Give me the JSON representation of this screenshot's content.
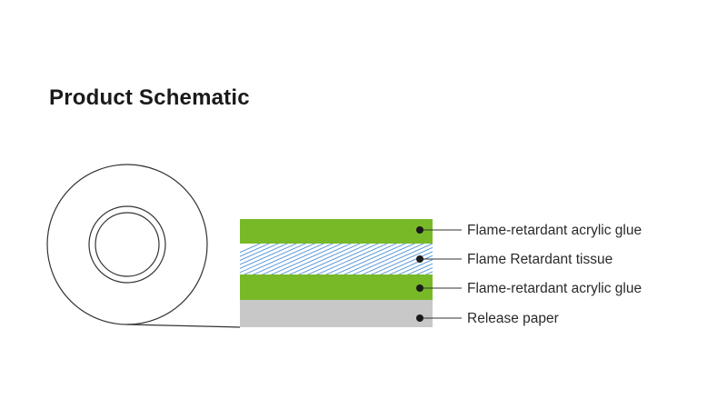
{
  "title": "Product Schematic",
  "colors": {
    "glue": "#78b928",
    "tissue_lines": "#4a90d6",
    "release_paper": "#c8c8c8",
    "outline": "#333333",
    "marker": "#1a1a1a"
  },
  "icons": {
    "roll": "tape-roll-icon",
    "marker": "bullet-dot-icon"
  },
  "layers": [
    {
      "label": "Flame-retardant acrylic glue",
      "fill": "#78b928",
      "pattern": "solid"
    },
    {
      "label": "Flame Retardant tissue",
      "fill": "#ffffff",
      "pattern": "hatch"
    },
    {
      "label": "Flame-retardant acrylic glue",
      "fill": "#78b928",
      "pattern": "solid"
    },
    {
      "label": "Release paper",
      "fill": "#c8c8c8",
      "pattern": "solid"
    }
  ]
}
